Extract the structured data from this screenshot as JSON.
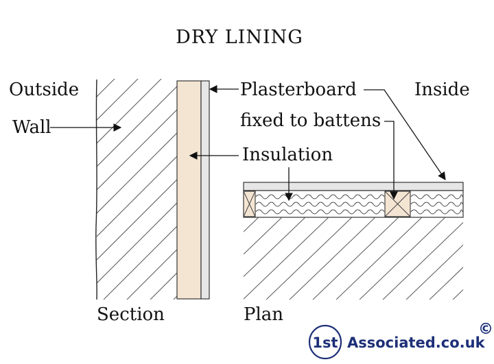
{
  "diagram": {
    "title": "DRY LINING",
    "labels": {
      "outside": "Outside",
      "wall": "Wall",
      "plasterboard_line1": "Plasterboard",
      "plasterboard_line2": "fixed to battens",
      "insulation": "Insulation",
      "inside": "Inside",
      "section": "Section",
      "plan": "Plan"
    },
    "logo": {
      "badge_text": "1st",
      "site_text": "Associated.co.uk",
      "copyright_symbol": "©"
    },
    "colors": {
      "insulation_fill": "#f4e5d3",
      "plasterboard_fill": "#e6e6e6",
      "batten_fill": "#f4e5d3",
      "ink": "#222222",
      "brand": "#1d2f77"
    }
  }
}
